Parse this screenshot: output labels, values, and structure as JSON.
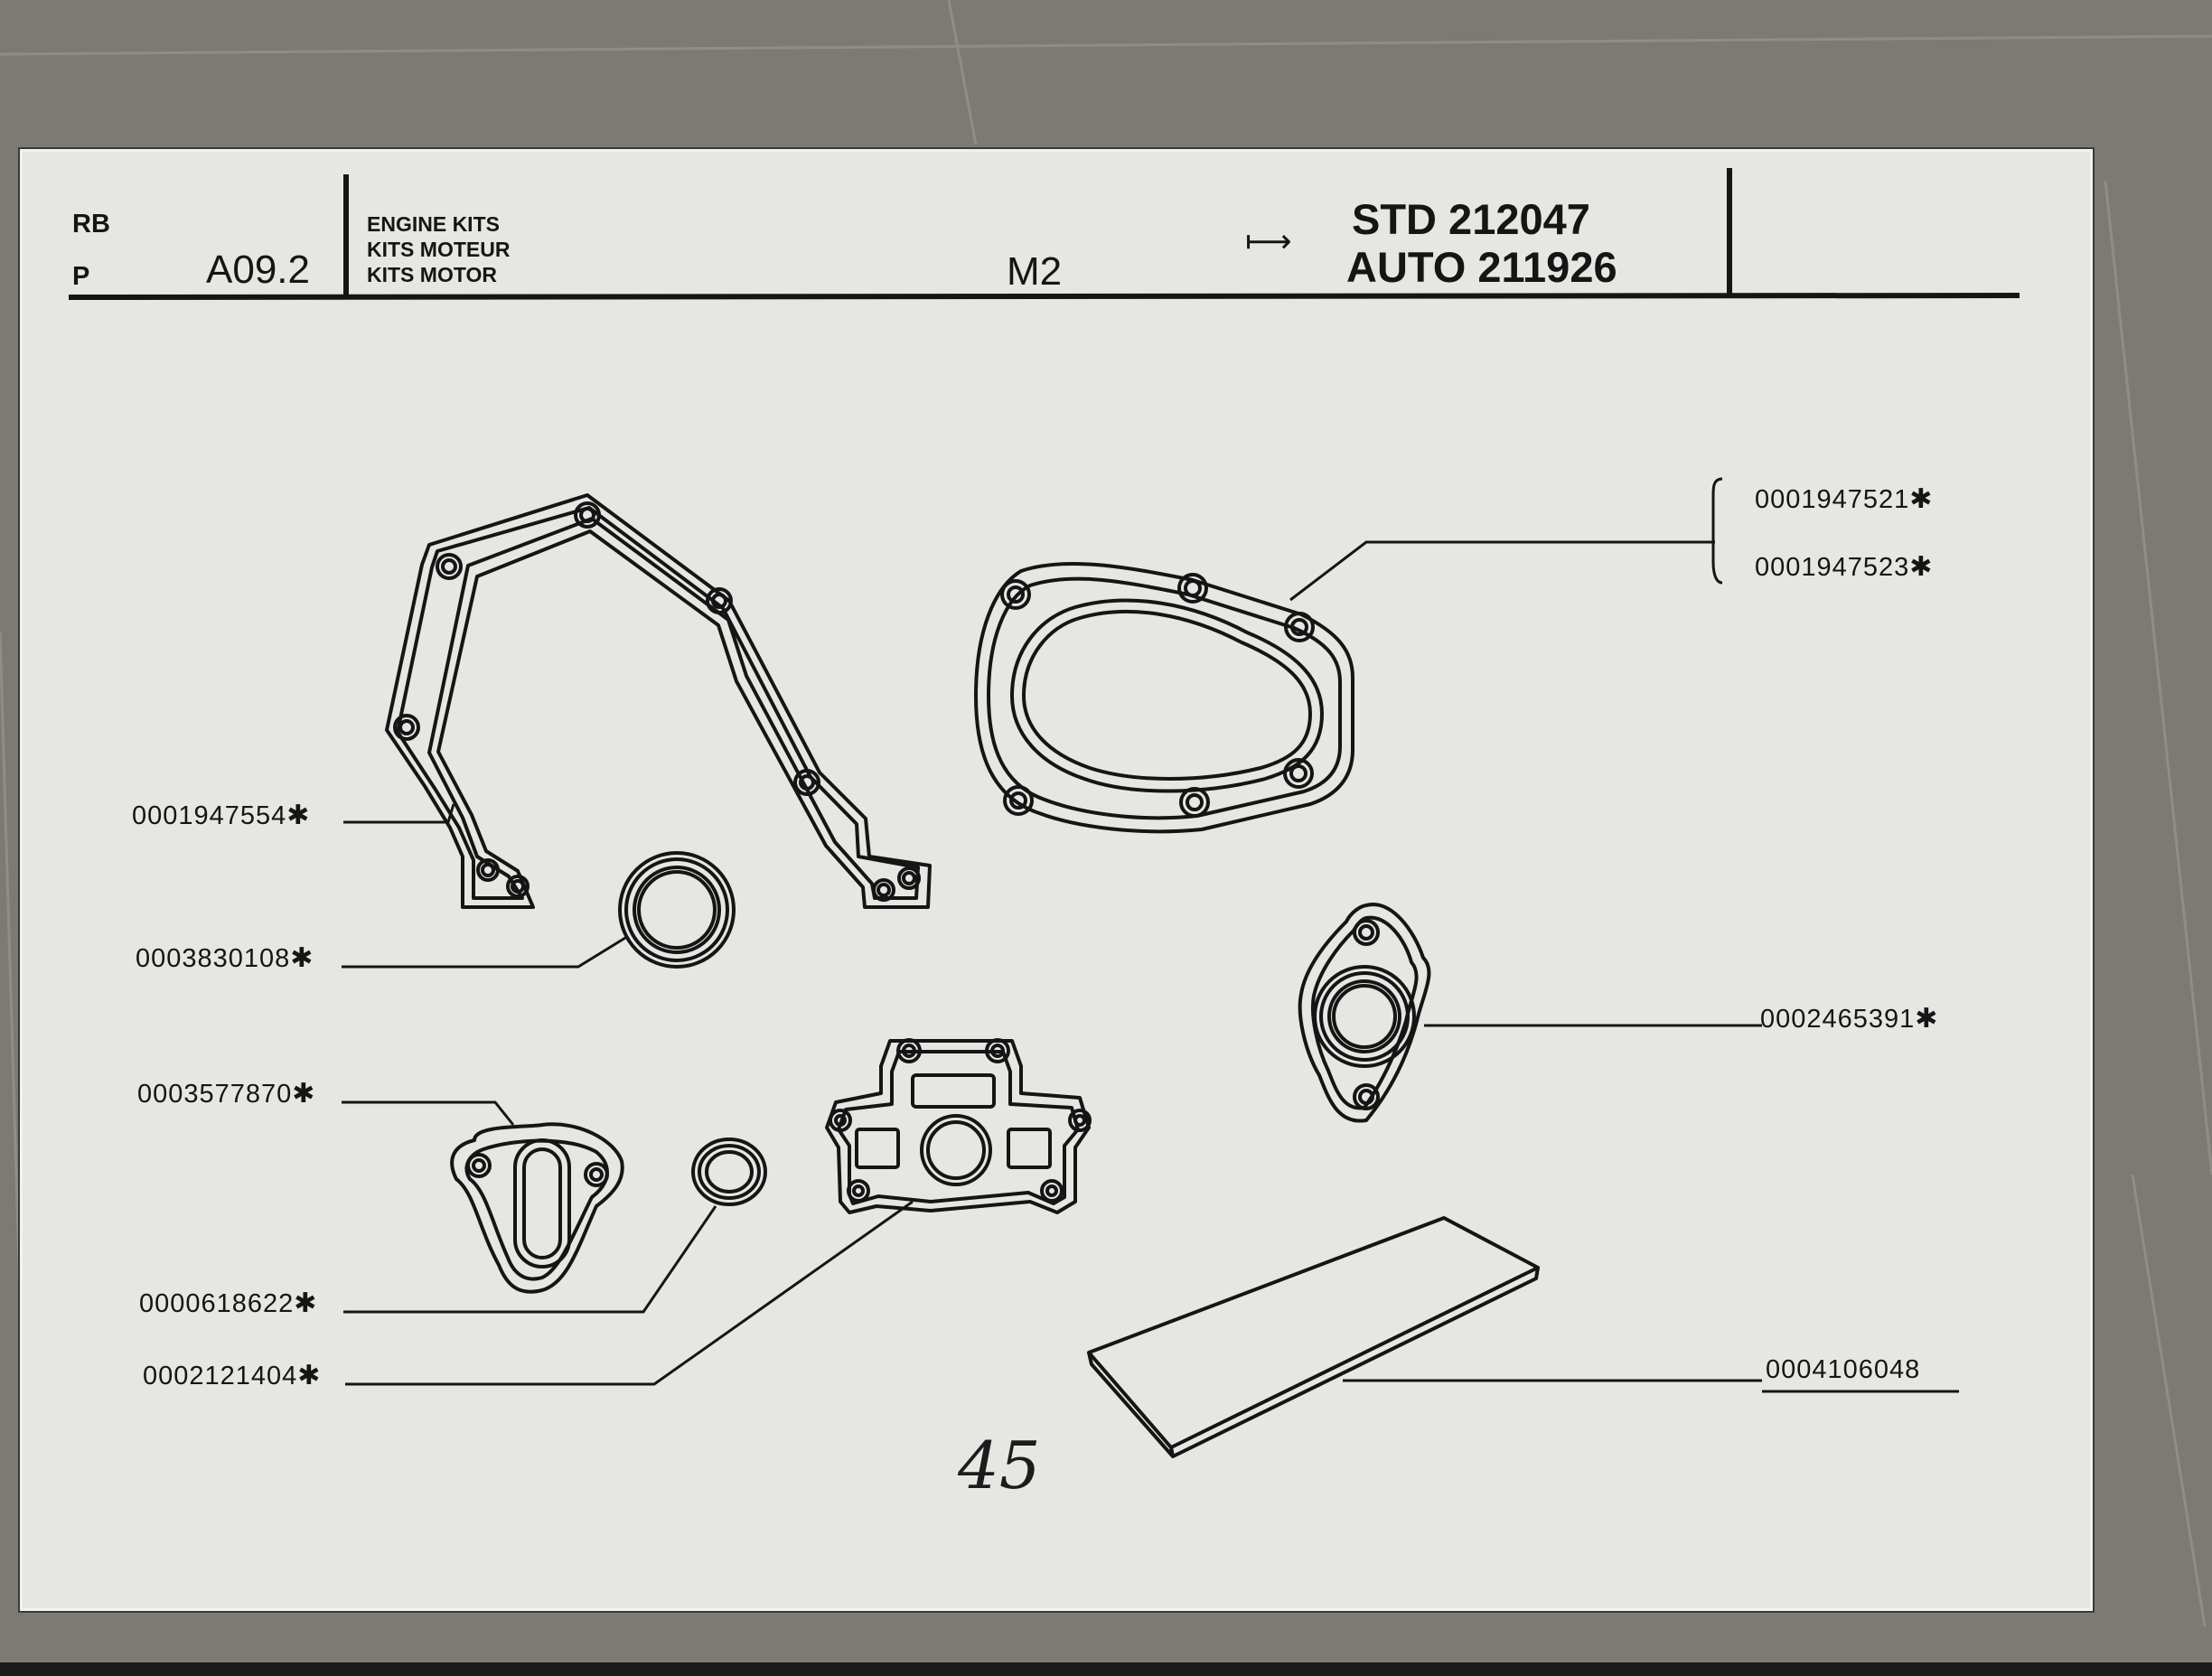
{
  "header": {
    "rb": "RB",
    "p": "P",
    "section_code": "A09.2",
    "kits_lines": [
      "ENGINE KITS",
      "KITS MOTEUR",
      "KITS MOTOR"
    ],
    "model": "M2",
    "arrow": "⟼",
    "std": "STD 212047",
    "auto": "AUTO 211926"
  },
  "parts": [
    {
      "id": "timing-cover-gasket",
      "number": "0001947554",
      "starred": true
    },
    {
      "id": "crank-seal",
      "number": "0003830108",
      "starred": true
    },
    {
      "id": "fuel-pump-gasket",
      "number": "0003577870",
      "starred": true
    },
    {
      "id": "small-seal",
      "number": "0000618622",
      "starred": true
    },
    {
      "id": "carb-flange-gasket",
      "number": "0002121404",
      "starred": true
    },
    {
      "id": "water-pump-gasket-a",
      "number": "0001947521",
      "starred": true
    },
    {
      "id": "water-pump-gasket-b",
      "number": "0001947523",
      "starred": true
    },
    {
      "id": "oval-flange-gasket",
      "number": "0002465391",
      "starred": true
    },
    {
      "id": "gasket-sheet",
      "number": "0004106048",
      "starred": false
    }
  ],
  "star_symbol": "✱",
  "handwritten_page": "45",
  "colors": {
    "ink": "#151515",
    "paper": "#e6e6e3",
    "background": "#7d7a74"
  }
}
